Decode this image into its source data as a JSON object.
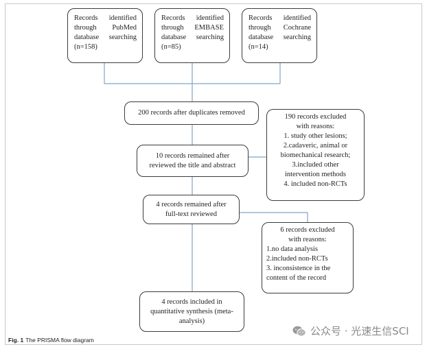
{
  "diagram": {
    "sources": [
      {
        "lines": [
          "Records identified",
          "through PubMed",
          "database searching",
          "(n=158)"
        ]
      },
      {
        "lines": [
          "Records identified",
          "through EMBASE",
          "database searching",
          "(n=85)"
        ]
      },
      {
        "lines": [
          "Records identified",
          "through Cochrane",
          "database searching",
          "(n=14)"
        ]
      }
    ],
    "duplicates": {
      "lines": [
        "200 records after duplicates removed"
      ]
    },
    "screened": {
      "lines": [
        "10 records remained after",
        "reviewed the title and abstract"
      ]
    },
    "fulltext": {
      "lines": [
        "4 records remained after",
        "full-text reviewed"
      ]
    },
    "included": {
      "lines": [
        "4 records included in",
        "quantitative synthesis (meta-",
        "analysis)"
      ]
    },
    "excluded_screen": {
      "head": [
        "190 records excluded",
        "with reasons:"
      ],
      "items": [
        "1. study other lesions;",
        "2.cadaveric, animal or",
        "biomechanical research;",
        "3.included other",
        "intervention methods",
        "4. included non-RCTs"
      ]
    },
    "excluded_fulltext": {
      "head": [
        "6 records excluded",
        "with reasons:"
      ],
      "items": [
        "1.no data analysis",
        "2.included non-RCTs",
        "3. inconsistence in the",
        "content of the record"
      ]
    },
    "line_color": "#7fa3c9"
  },
  "caption": {
    "label": "Fig. 1",
    "text": "The PRISMA flow diagram"
  },
  "watermark": {
    "text": "公众号 · 光速生信SCI",
    "icon": "wechat-icon"
  }
}
